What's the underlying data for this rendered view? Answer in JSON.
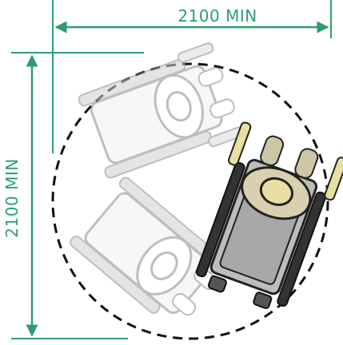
{
  "dimensions": {
    "horizontal_label": "2100 MIN",
    "vertical_label": "2100 MIN"
  },
  "colors": {
    "dimension_line": "#2e9d6e",
    "turning_circle": "#111111",
    "ghost_chair": "#9a9a9a",
    "active_chair_frame": "#222222",
    "active_chair_seat": "#bdbdbd",
    "person_skin": "#e8dfa0"
  },
  "figures": [
    {
      "name": "wheelchair-ghost-top",
      "style": "faded"
    },
    {
      "name": "wheelchair-ghost-bottom",
      "style": "faded"
    },
    {
      "name": "wheelchair-active",
      "style": "solid"
    }
  ]
}
